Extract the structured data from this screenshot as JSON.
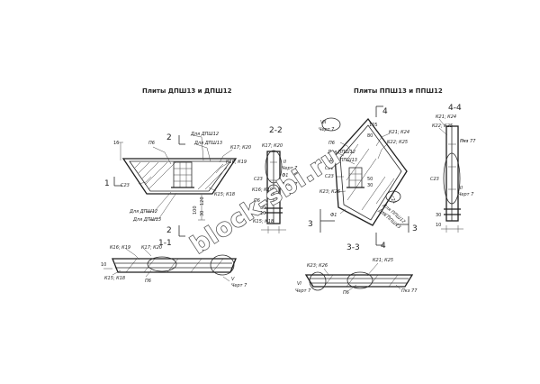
{
  "titles": {
    "left": "Плиты ДПШ13 и ДПШ12",
    "right": "Плиты ППШ13 и ППШ12"
  },
  "sections": {
    "s2": "2-2",
    "s11": "1-1",
    "s33": "3-3",
    "s44": "4-4",
    "mark1": "1",
    "mark2": "2",
    "mark3": "3",
    "mark4": "4"
  },
  "labels": {
    "left": {
      "p6": "П6",
      "dlya_dpsh12_top": "Для ДПШ12",
      "dlya_dpsh13_top": "Для ДПШ13",
      "k17k20": "К17; К20",
      "k16k19": "К16; К19",
      "c23": "С23",
      "dlya_dpsh12_bot": "Для ДПШ12",
      "dlya_dpsh13_bot": "Для ДПШ13",
      "k15k18": "К15; К18",
      "dim120": "120",
      "dim30": "30",
      "dim100": "100",
      "mark16": "16"
    },
    "s2": {
      "k17k20": "К17; К20",
      "roman": "II",
      "chert": "Черт 7",
      "f1": "Ф1",
      "c23": "С23",
      "k16k19": "К16; К19",
      "p6": "П6",
      "k15k18": "К15; К18",
      "pkz77": "Пкз 77",
      "dim30": "30",
      "dim10": "10"
    },
    "s11": {
      "k16k19": "К16; К19",
      "k17k20": "К17; К20",
      "k15k18": "К15; К18",
      "p6": "П6",
      "roman": "V",
      "chert": "Черт 7",
      "dim10": "10"
    },
    "right": {
      "roman": "VII",
      "chert": "Черт 7",
      "p6": "П6",
      "dlya_ppsh12": "Для ППШ12",
      "dlya_ppsh13": "Для ППШ13",
      "k21k24": "К21; К24",
      "k22k25": "К22; К25",
      "c22": "С22",
      "c23": "С23",
      "k23k26": "К23; К26",
      "f1": "Ф1",
      "dlya_ppsh12_b": "Для ППШ12",
      "dlya_ppsh13_b": "Для ППШ13",
      "c21": "С21",
      "dim105": "105",
      "dim80": "80",
      "dim50": "50",
      "dim30": "30"
    },
    "s33": {
      "k23k26": "К23; К26",
      "k21k25": "К21; К25",
      "roman": "VI",
      "chert": "Черт 7",
      "p6": "П6",
      "pkz77": "Пкз 77"
    },
    "s44": {
      "k21k24": "К21; К24",
      "k22k25": "К22; К25",
      "pkz77": "Пкз 77",
      "c23": "С23",
      "roman": "II",
      "chert": "Черт 7",
      "dim10": "10",
      "dim30": "30"
    }
  },
  "watermark": "block-sbi.ru",
  "colors": {
    "ink": "#222222",
    "paper": "#ffffff"
  }
}
